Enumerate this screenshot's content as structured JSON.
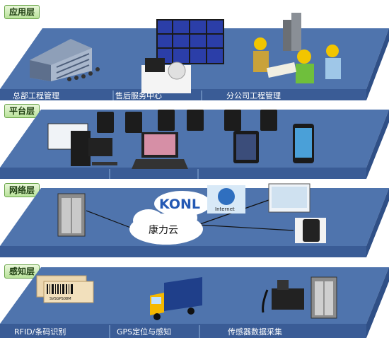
{
  "layers": [
    {
      "title": "应用层",
      "labels": [
        "总部工程管理",
        "售后服务中心",
        "分公司工程管理"
      ]
    },
    {
      "title": "平台层",
      "labels": []
    },
    {
      "title": "网络层",
      "labels": []
    },
    {
      "title": "感知层",
      "labels": [
        "RFID/条码识别",
        "GPS定位与感知",
        "传感器数据采集"
      ]
    }
  ],
  "network": {
    "logo": "KONL",
    "cloud": "康力云",
    "internet": "Internet"
  },
  "barcode_text": "SVSGPS08M",
  "colors": {
    "slab_top": "#4f74ad",
    "slab_front": "#3b5f99",
    "tag_bg": "#c8eab0",
    "arrow": "#111111"
  }
}
